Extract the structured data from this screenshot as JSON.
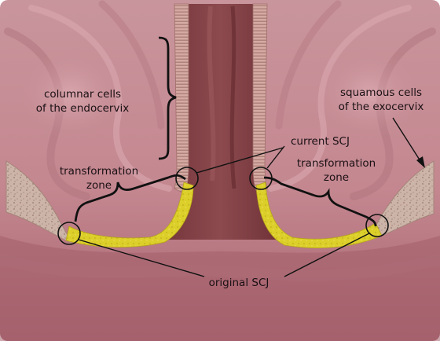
{
  "labels": {
    "columnar": [
      "columnar cells",
      "of the endocervix"
    ],
    "squamous": [
      "squamous cells",
      "of the exocervix"
    ],
    "current_scj": "current SCJ",
    "tz_left": [
      "transformation",
      "zone"
    ],
    "tz_right": [
      "transformation",
      "zone"
    ],
    "original_scj": "original SCJ"
  },
  "colors": {
    "background_tissue": "#c98f99",
    "canal": "#7a3c42",
    "columnar_strip": "#c8a09a",
    "transformation_zone": "#d9cc28",
    "squamous_epithelium": "#c8b0a4",
    "annotation": "#111111"
  }
}
